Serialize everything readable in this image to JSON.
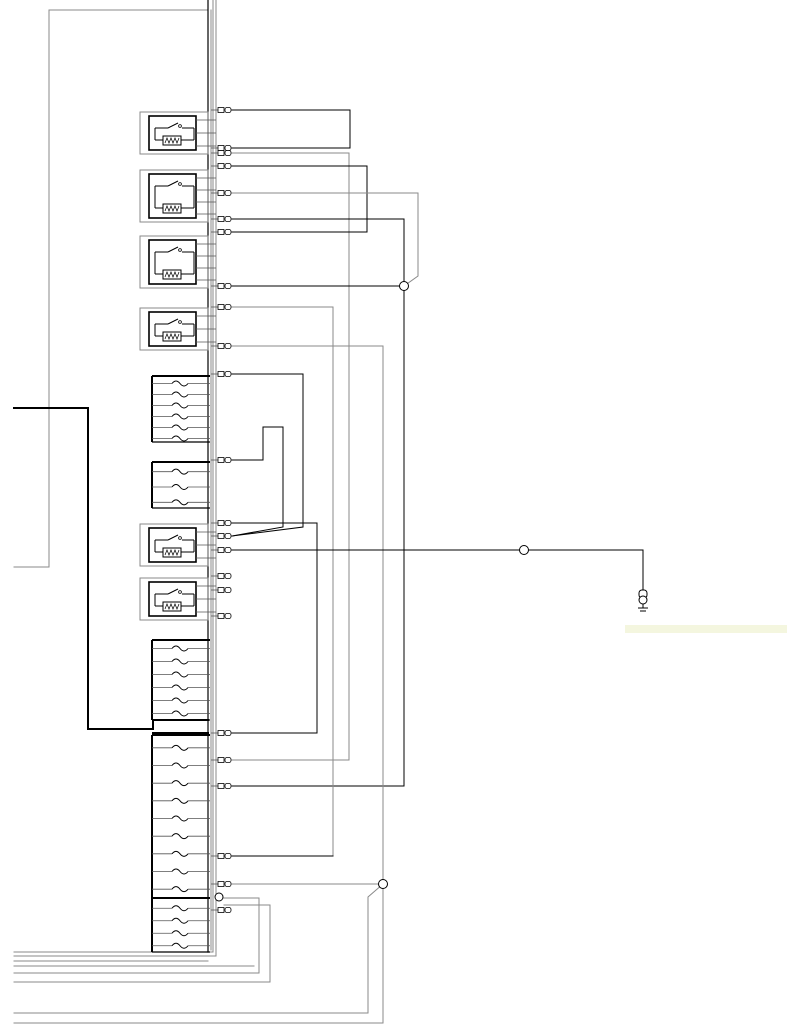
{
  "diagram": {
    "background": "#ffffff",
    "wire_black": "#000000",
    "wire_gray": "#8a8a8a",
    "caption_strip_color": "#f4f6df",
    "ground_symbol": "ground-icon"
  },
  "relays": [
    {
      "id": "relay-1",
      "rows": 3
    },
    {
      "id": "relay-2",
      "rows": 4
    },
    {
      "id": "relay-3",
      "rows": 4
    },
    {
      "id": "relay-4",
      "rows": 3
    },
    {
      "id": "relay-5",
      "rows": 3
    },
    {
      "id": "relay-6",
      "rows": 3
    }
  ],
  "fuse_groups": [
    {
      "id": "fuse-group-1",
      "fuses": 6
    },
    {
      "id": "fuse-group-2",
      "fuses": 3
    },
    {
      "id": "fuse-group-3",
      "fuses": 6
    },
    {
      "id": "fuse-group-4",
      "fuses": 9
    },
    {
      "id": "fuse-group-5",
      "fuses": 4
    }
  ]
}
